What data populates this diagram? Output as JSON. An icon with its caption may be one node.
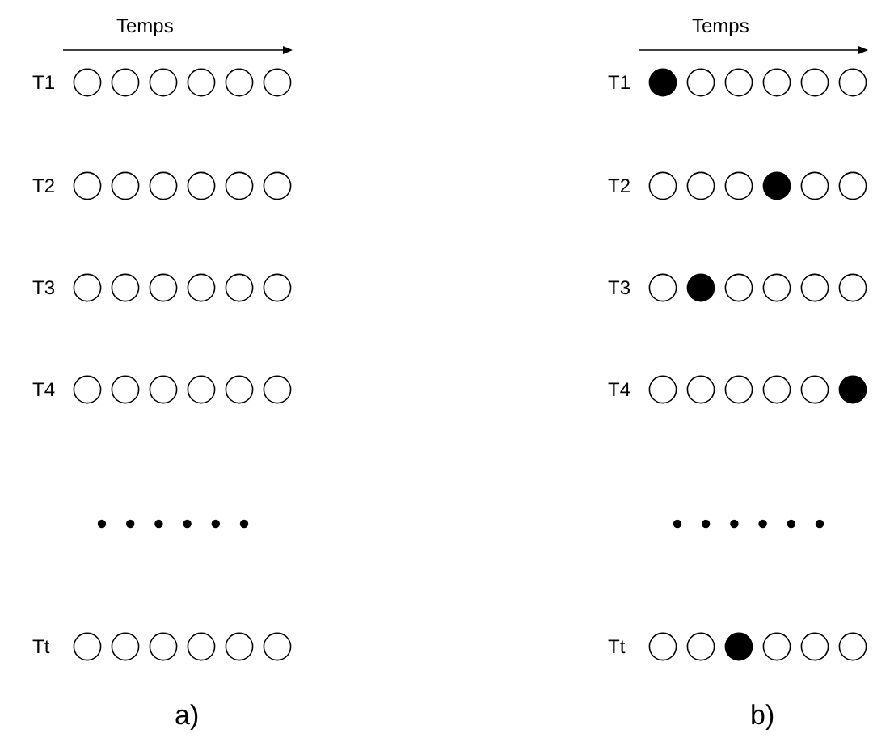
{
  "diagram": {
    "labels": [
      "Temps",
      "Temps",
      "T1",
      "T1",
      "T2",
      "T2",
      "T3",
      "T3",
      "T4",
      "T4",
      "Tt",
      "Tt",
      "a)",
      "b)"
    ]
  }
}
